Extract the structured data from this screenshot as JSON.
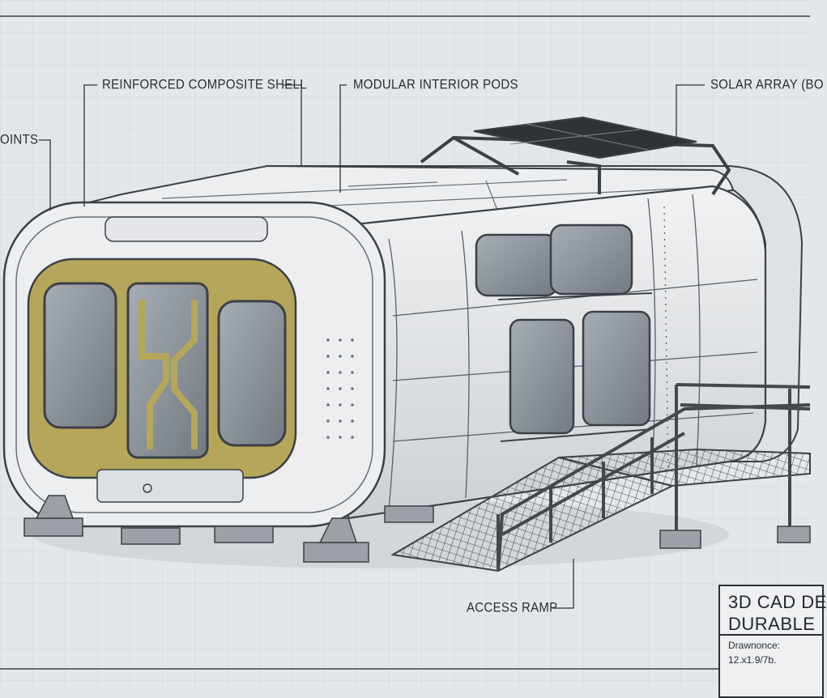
{
  "callouts": {
    "shell": "REINFORCED COMPOSITE SHELL",
    "pods": "MODULAR INTERIOR PODS",
    "solar": "SOLAR ARRAY (BO",
    "joints": "OINTS",
    "ramp": "ACCESS RAMP"
  },
  "title_block": {
    "line1": "3D CAD DE",
    "line2": "DURABLE",
    "drawn_label": "Drawnonce:",
    "drawn_value": "12.x1.9/7b."
  },
  "colors": {
    "background": "#e4e7ea",
    "grid": "#cfd4d9",
    "shell": "#e9ebed",
    "shell_shade": "#c9cdd1",
    "door_panel": "#b5a65a",
    "glass": "#8d949c",
    "linework": "#3c4045"
  }
}
